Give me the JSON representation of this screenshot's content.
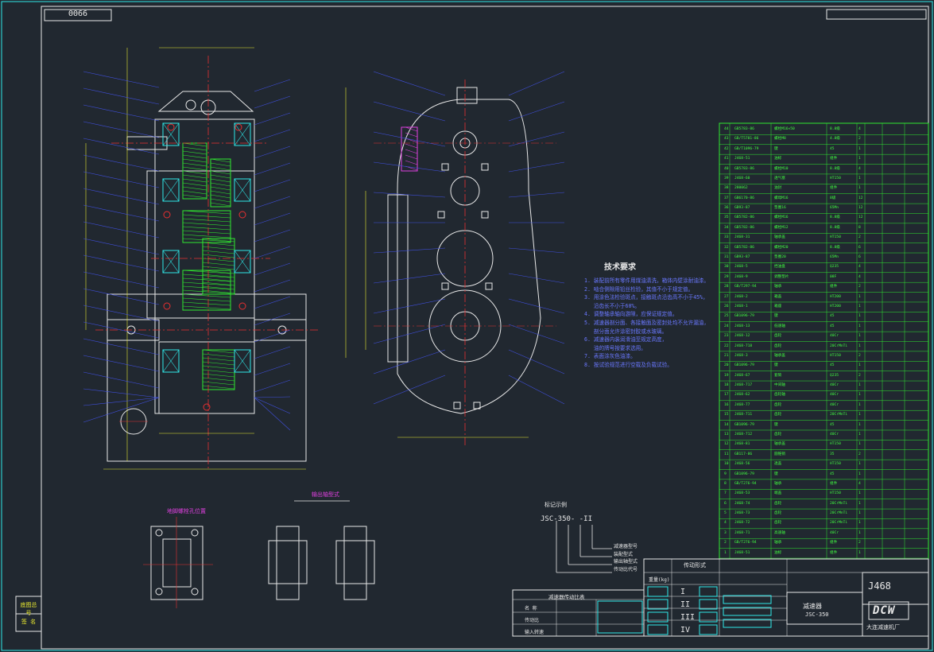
{
  "drawing": {
    "top_tab": "ΘΘ66",
    "left_tabs": [
      "底图总号",
      "签 名"
    ],
    "tech_title": "技术要求",
    "tech_notes": [
      "1. 装配前所有零件用煤油清洗，箱体内壁涂耐油漆。",
      "2. 啮合侧隙用铅丝检验，其值不小于规定值。",
      "3. 用涂色法检验斑点，接触斑点沿齿高不小于45%，",
      "   沿齿长不小于60%。",
      "4. 调整轴承轴向游隙，应保证规定值。",
      "5. 减速器剖分面、各接触面及密封处均不允许漏油，",
      "   剖分面允许涂密封胶或水玻璃。",
      "6. 减速器内装润滑油至规定高度，",
      "   油的牌号按要求选用。",
      "7. 表面涂灰色油漆。",
      "8. 按试验规范进行空载及负载试验。"
    ],
    "view_title_1": "地脚螺栓孔位置",
    "view_title_2": "输出轴型式",
    "model_title": "标记示例",
    "model_code": "JSC-350- -II",
    "model_labels": [
      "减速器型号",
      "装配型式",
      "输出轴型式",
      "传动比代号"
    ],
    "drawing_no": "J468",
    "product_name": "减速器",
    "product_model": "JSC-350",
    "company": "大连减速机厂",
    "logo": "DCW",
    "weight_header": "重量(kg)",
    "combo_header": "传动形式",
    "roman": [
      "I",
      "II",
      "III",
      "IV"
    ],
    "drive_table_title": "减速器传动比表",
    "drive_table_rows": [
      "名 称",
      "传动比",
      "输入转速"
    ]
  },
  "parts": [
    {
      "no": "44",
      "code": "GB5783-86",
      "name": "螺栓M16×50",
      "mat": "8.8级",
      "qty": "4"
    },
    {
      "no": "43",
      "code": "GB/T5781-86",
      "name": "螺栓M8",
      "mat": "4.8级",
      "qty": "2"
    },
    {
      "no": "42",
      "code": "GB/T1096-79",
      "name": "键",
      "mat": "45",
      "qty": "1"
    },
    {
      "no": "41",
      "code": "J468-51",
      "name": "油标",
      "mat": "组件",
      "qty": "1"
    },
    {
      "no": "40",
      "code": "GB5783-86",
      "name": "螺栓M10",
      "mat": "8.8级",
      "qty": "4"
    },
    {
      "no": "39",
      "code": "J468-60",
      "name": "透气塞",
      "mat": "HT150",
      "qty": "1"
    },
    {
      "no": "38",
      "code": "280062",
      "name": "油封",
      "mat": "组件",
      "qty": "1"
    },
    {
      "no": "37",
      "code": "GB6170-86",
      "name": "螺母M16",
      "mat": "8级",
      "qty": "12"
    },
    {
      "no": "36",
      "code": "GB93-87",
      "name": "垫圈16",
      "mat": "65Mn",
      "qty": "12"
    },
    {
      "no": "35",
      "code": "GB5782-86",
      "name": "螺栓M16",
      "mat": "8.8级",
      "qty": "12"
    },
    {
      "no": "34",
      "code": "GB5782-86",
      "name": "螺栓M12",
      "mat": "8.8级",
      "qty": "8"
    },
    {
      "no": "33",
      "code": "J468-31",
      "name": "轴承盖",
      "mat": "HT150",
      "qty": "2"
    },
    {
      "no": "32",
      "code": "GB5782-86",
      "name": "螺栓M20",
      "mat": "8.8级",
      "qty": "6"
    },
    {
      "no": "31",
      "code": "GB93-87",
      "name": "垫圈20",
      "mat": "65Mn",
      "qty": "6"
    },
    {
      "no": "30",
      "code": "J468-5",
      "name": "挡油盘",
      "mat": "Q235",
      "qty": "4"
    },
    {
      "no": "29",
      "code": "J468-9",
      "name": "调整垫片",
      "mat": "08F",
      "qty": "4"
    },
    {
      "no": "28",
      "code": "GB/T297-94",
      "name": "轴承",
      "mat": "组件",
      "qty": "2"
    },
    {
      "no": "27",
      "code": "J468-2",
      "name": "箱盖",
      "mat": "HT200",
      "qty": "1"
    },
    {
      "no": "26",
      "code": "J468-1",
      "name": "箱座",
      "mat": "HT200",
      "qty": "1"
    },
    {
      "no": "25",
      "code": "GB1096-79",
      "name": "键",
      "mat": "45",
      "qty": "1"
    },
    {
      "no": "24",
      "code": "J468-13",
      "name": "低速轴",
      "mat": "45",
      "qty": "1"
    },
    {
      "no": "23",
      "code": "J468-12",
      "name": "齿轮",
      "mat": "40Cr",
      "qty": "1"
    },
    {
      "no": "22",
      "code": "J468-718",
      "name": "齿轮",
      "mat": "20CrMnTi",
      "qty": "1"
    },
    {
      "no": "21",
      "code": "J468-3",
      "name": "轴承盖",
      "mat": "HT150",
      "qty": "2"
    },
    {
      "no": "20",
      "code": "GB1096-79",
      "name": "键",
      "mat": "45",
      "qty": "1"
    },
    {
      "no": "19",
      "code": "J468-67",
      "name": "套筒",
      "mat": "Q235",
      "qty": "2"
    },
    {
      "no": "18",
      "code": "J468-717",
      "name": "中间轴",
      "mat": "40Cr",
      "qty": "1"
    },
    {
      "no": "17",
      "code": "J468-62",
      "name": "齿轮轴",
      "mat": "40Cr",
      "qty": "1"
    },
    {
      "no": "16",
      "code": "J468-77",
      "name": "齿轮",
      "mat": "40Cr",
      "qty": "1"
    },
    {
      "no": "15",
      "code": "J468-711",
      "name": "齿轮",
      "mat": "20CrMnTi",
      "qty": "1"
    },
    {
      "no": "14",
      "code": "GB1096-79",
      "name": "键",
      "mat": "45",
      "qty": "1"
    },
    {
      "no": "13",
      "code": "J468-712",
      "name": "齿轮",
      "mat": "40Cr",
      "qty": "1"
    },
    {
      "no": "12",
      "code": "J468-81",
      "name": "轴承盖",
      "mat": "HT150",
      "qty": "1"
    },
    {
      "no": "11",
      "code": "GB117-86",
      "name": "圆锥销",
      "mat": "35",
      "qty": "2"
    },
    {
      "no": "10",
      "code": "J468-56",
      "name": "透盖",
      "mat": "HT150",
      "qty": "1"
    },
    {
      "no": "9",
      "code": "GB1096-79",
      "name": "键",
      "mat": "45",
      "qty": "1"
    },
    {
      "no": "8",
      "code": "GB/T276-94",
      "name": "轴承",
      "mat": "组件",
      "qty": "4"
    },
    {
      "no": "7",
      "code": "J468-53",
      "name": "端盖",
      "mat": "HT150",
      "qty": "1"
    },
    {
      "no": "6",
      "code": "J468-74",
      "name": "齿轮",
      "mat": "20CrMnTi",
      "qty": "1"
    },
    {
      "no": "5",
      "code": "J468-73",
      "name": "齿轮",
      "mat": "20CrMnTi",
      "qty": "1"
    },
    {
      "no": "4",
      "code": "J468-72",
      "name": "齿轮",
      "mat": "20CrMnTi",
      "qty": "1"
    },
    {
      "no": "3",
      "code": "J468-71",
      "name": "高速轴",
      "mat": "40Cr",
      "qty": "1"
    },
    {
      "no": "2",
      "code": "GB/T276-94",
      "name": "轴承",
      "mat": "组件",
      "qty": "2"
    },
    {
      "no": "1",
      "code": "J468-51",
      "name": "油标",
      "mat": "组件",
      "qty": "1"
    }
  ],
  "colors": {
    "bg": "#212830",
    "line": "#e8e8e8",
    "accent": "#30e830",
    "center": "#e83030",
    "dim": "#e8e830",
    "hatch": "#30e8e8",
    "leader": "#4050e0",
    "part": "#e040e0"
  }
}
